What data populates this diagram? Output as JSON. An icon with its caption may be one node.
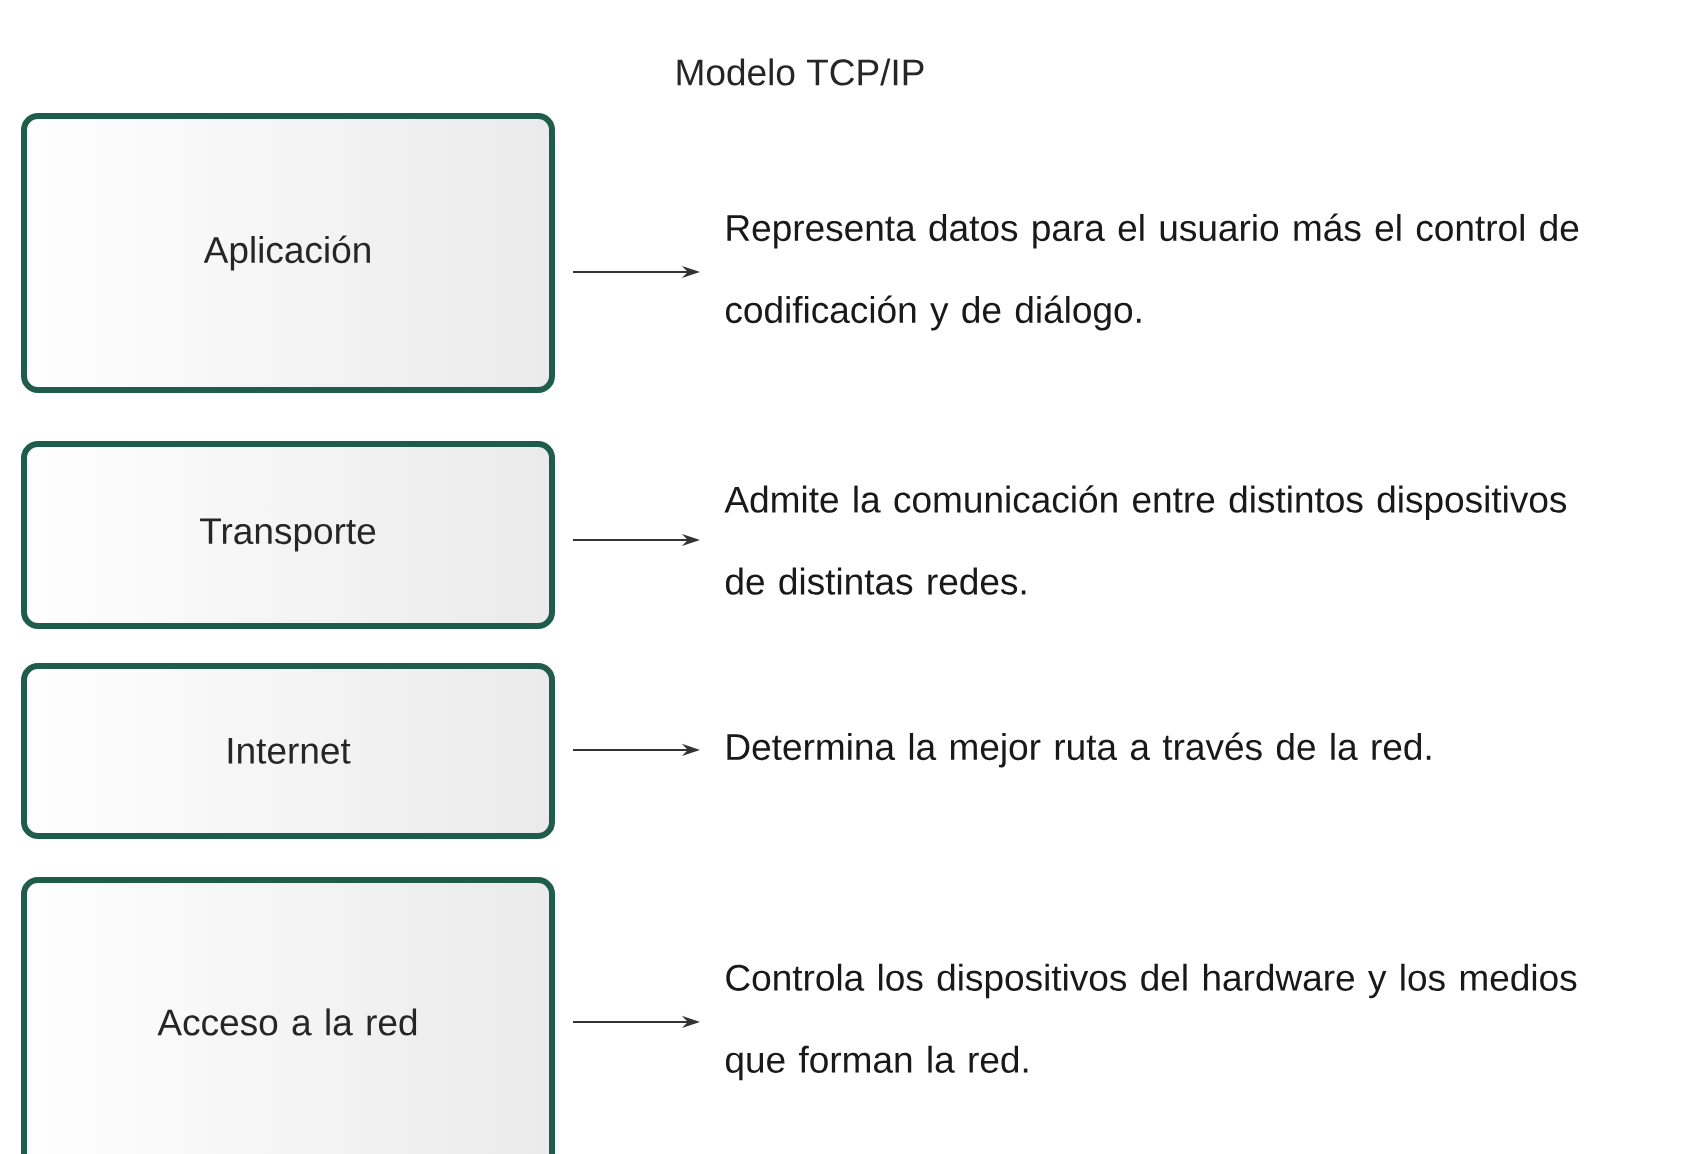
{
  "diagram": {
    "title": "Modelo TCP/IP",
    "nodes": [
      {
        "text": [
          "Aplicación"
        ]
      },
      {
        "text": [
          "Transporte"
        ]
      },
      {
        "text": [
          "Internet"
        ]
      },
      {
        "text": [
          "Acceso a la red"
        ]
      },
      {
        "text": [
          "Representa datos para el usuario más el control de codificación y de diálogo."
        ]
      },
      {
        "text": [
          "Admite la comunicación entre distintos dispositivos de distintas redes."
        ]
      },
      {
        "text": [
          "Determina la mejor ruta a través de la red."
        ]
      },
      {
        "text": [
          "Controla los dispositivos del hardware y los medios que forman la red."
        ]
      }
    ],
    "edges": [
      {
        "from": 0,
        "to": 4,
        "arrow": "to"
      },
      {
        "from": 1,
        "to": 5,
        "arrow": "to"
      },
      {
        "from": 2,
        "to": 6,
        "arrow": "to"
      },
      {
        "from": 3,
        "to": 7,
        "arrow": "to"
      }
    ]
  }
}
